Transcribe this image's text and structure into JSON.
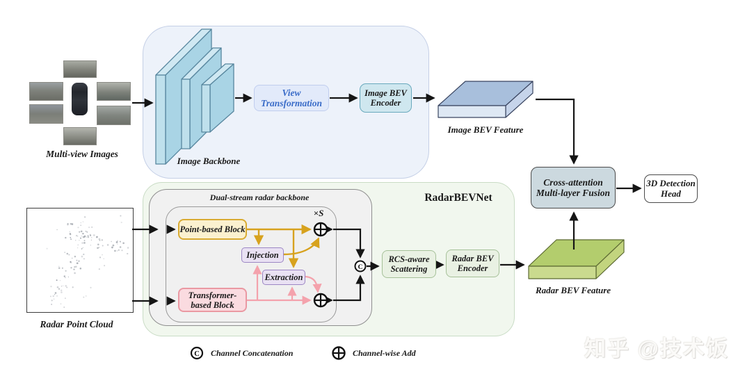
{
  "image_branch": {
    "input_label": "Multi-view Images",
    "backbone_label": "Image Backbone",
    "view_transformation_label": "View Transformation",
    "bev_encoder_line1": "Image BEV",
    "bev_encoder_line2": "Encoder",
    "bev_feature_label": "Image BEV Feature"
  },
  "radar_branch": {
    "input_label": "Radar Point Cloud",
    "net_title": "RadarBEVNet",
    "backbone_title": "Dual-stream radar backbone",
    "point_block_label": "Point-based Block",
    "injection_label": "Injection",
    "extraction_label": "Extraction",
    "transformer_block_line1": "Transformer-",
    "transformer_block_line2": "based Block",
    "repeat_label": "×S",
    "rcs_line1": "RCS-aware",
    "rcs_line2": "Scattering",
    "bev_encoder_line1": "Radar BEV",
    "bev_encoder_line2": "Encoder",
    "bev_feature_label": "Radar BEV Feature"
  },
  "fusion": {
    "line1": "Cross-attention",
    "line2": "Multi-layer Fusion",
    "head_line1": "3D Detection",
    "head_line2": "Head"
  },
  "legend": {
    "concat_symbol": "C",
    "concat_label": "Channel Concatenation",
    "add_label": "Channel-wise Add"
  },
  "watermark": "知乎 @技术饭",
  "colors": {
    "image_container_fill": "#edf2fa",
    "backbone_slab_fill": "#a9d4e5",
    "view_transformation_text": "#3a6cc8",
    "image_bev_encoder_fill": "#cfe7ef",
    "image_bev_feature_top": "#a8bfdc",
    "radar_container_fill": "#f1f7ee",
    "point_block_border": "#d9ab32",
    "injection_border": "#9c86c4",
    "transformer_block_border": "#ea98a2",
    "yellow_arrow": "#d7a21e",
    "pink_arrow": "#f4a2ac",
    "green_box_fill": "#e9f1e3",
    "radar_bev_feature_top": "#b3cd6d",
    "fusion_fill": "#ccd9df"
  }
}
